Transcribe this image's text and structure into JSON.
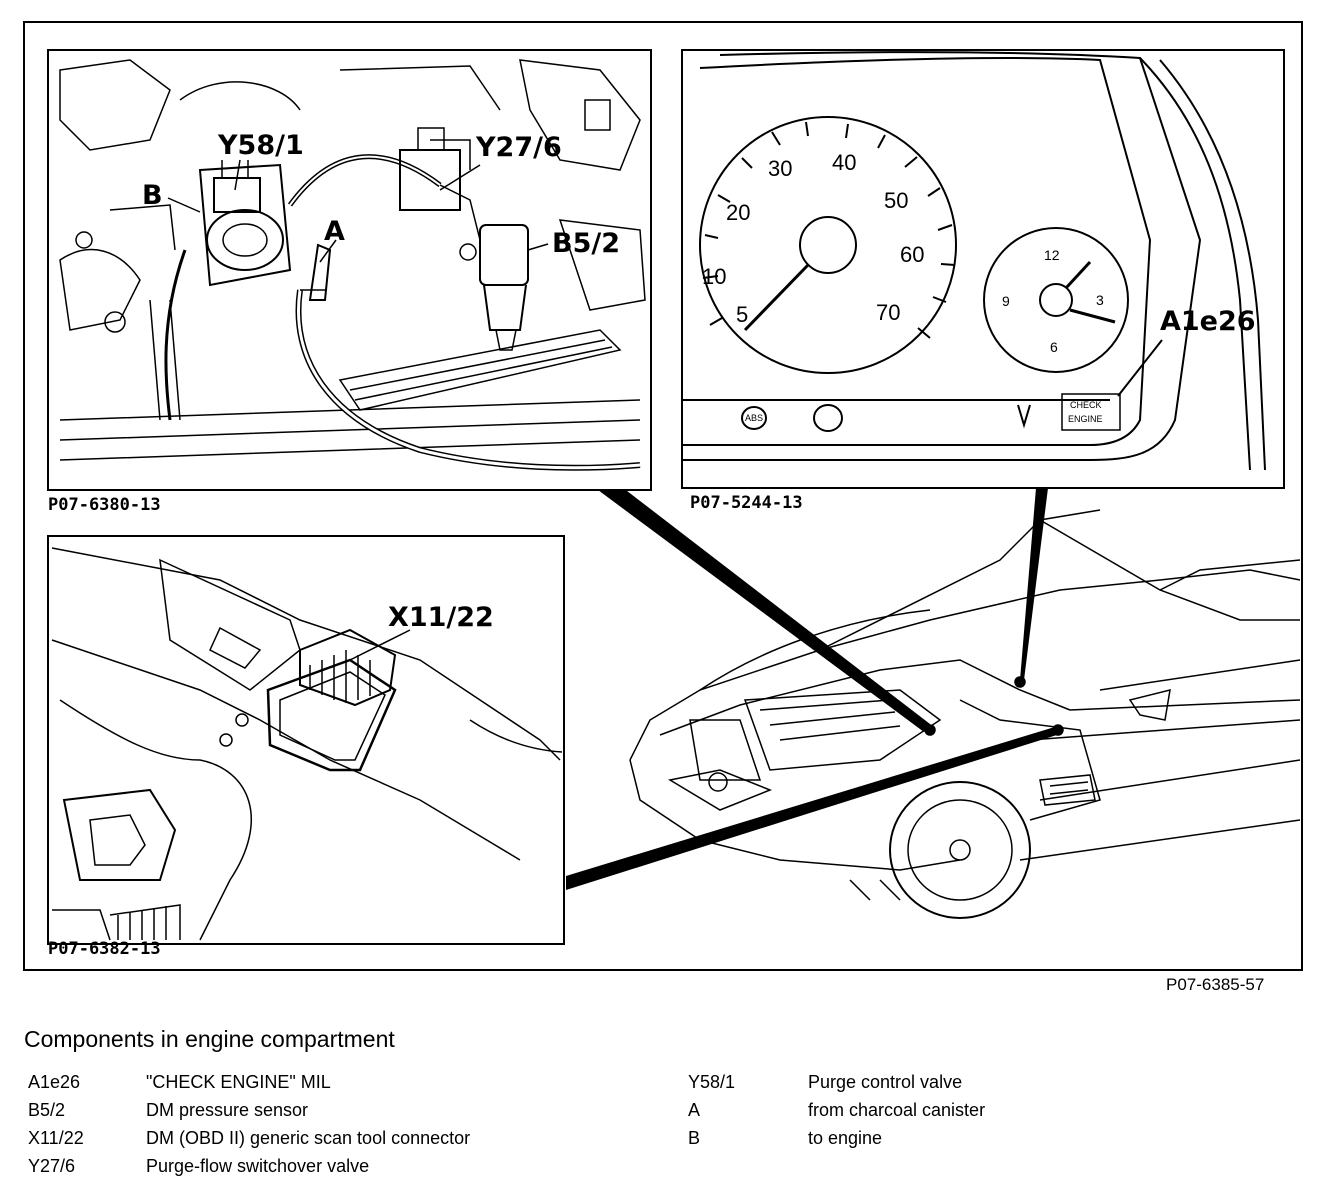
{
  "figure": {
    "main_id": "P07-6385-57",
    "panels": {
      "engine_bay": {
        "id": "P07-6380-13",
        "labels": {
          "y58_1": "Y58/1",
          "y27_6": "Y27/6",
          "b": "B",
          "a": "A",
          "b5_2": "B5/2"
        }
      },
      "cluster": {
        "id": "P07-5244-13",
        "label": "A1e26",
        "speedo_ticks": [
          "5",
          "10",
          "20",
          "30",
          "40",
          "50",
          "60",
          "70"
        ],
        "clock_ticks": [
          "12",
          "3",
          "6",
          "9"
        ],
        "warning_text_1": "CHECK",
        "warning_text_2": "ENGINE",
        "abs_text": "ABS"
      },
      "connector": {
        "id": "P07-6382-13",
        "label": "X11/22"
      }
    }
  },
  "legend": {
    "title": "Components in engine compartment",
    "left": [
      {
        "code": "A1e26",
        "desc": "\"CHECK ENGINE\" MIL"
      },
      {
        "code": "B5/2",
        "desc": "DM pressure sensor"
      },
      {
        "code": "X11/22",
        "desc": "DM (OBD II) generic scan tool connector"
      },
      {
        "code": "Y27/6",
        "desc": "Purge-flow switchover valve"
      }
    ],
    "right": [
      {
        "code": "Y58/1",
        "desc": "Purge control valve"
      },
      {
        "code": "A",
        "desc": "from charcoal canister"
      },
      {
        "code": "B",
        "desc": "to engine"
      }
    ]
  }
}
